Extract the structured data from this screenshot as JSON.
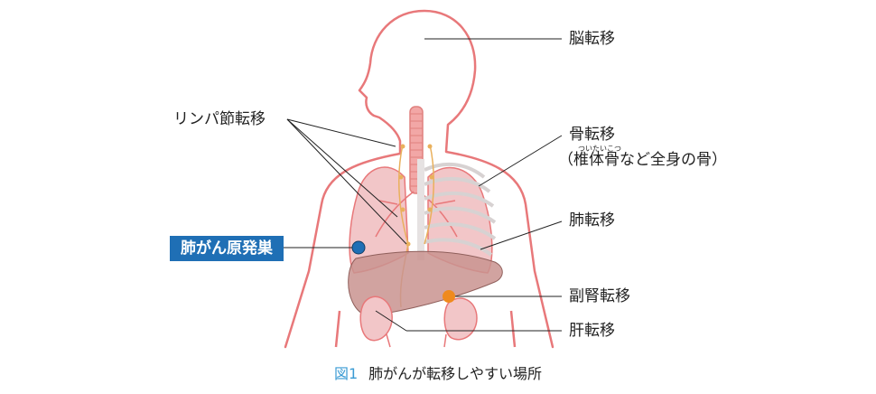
{
  "labels": {
    "brain": "脳転移",
    "lymph": "リンパ節転移",
    "bone": "骨転移",
    "bone_note": "（椎体骨など全身の骨）",
    "bone_ruby": "ついたいこつ",
    "lung": "肺転移",
    "adrenal": "副腎転移",
    "liver": "肝転移",
    "primary": "肺がん原発巣"
  },
  "caption": {
    "fig_no": "図1",
    "text": "肺がんが転移しやすい場所"
  },
  "colors": {
    "outline": "#e8787a",
    "lung": "#f2c6c8",
    "liver": "#c9938f",
    "adrenal": "#ef8a1e",
    "primary_badge": "#1f6fb5",
    "caption_fig": "#3b9bd4",
    "lymph": "#e9b05c"
  }
}
